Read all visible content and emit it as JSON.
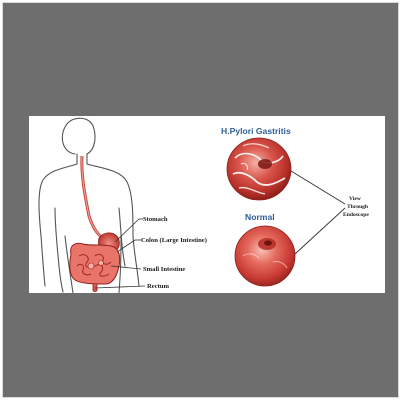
{
  "diagram": {
    "labels": {
      "stomach": "Stomach",
      "colon": "Colon (Large Intestine)",
      "small_intestine": "Small Intestine",
      "rectum": "Rectum"
    },
    "endoscope_views": {
      "gastritis_title": "H.Pylori Gastritis",
      "normal_title": "Normal",
      "view_caption_line1": "View",
      "view_caption_line2": "Through",
      "view_caption_line3": "Endoscope"
    }
  }
}
